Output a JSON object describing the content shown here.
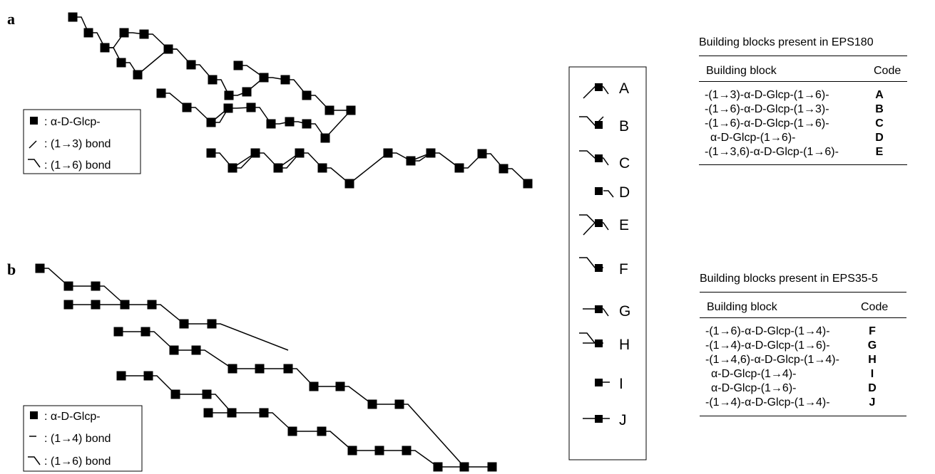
{
  "panel_a": {
    "label": "a"
  },
  "panel_b": {
    "label": "b"
  },
  "legend_a": [
    {
      "symbol": "square",
      "text": ": α-D-Glcp-"
    },
    {
      "symbol": "diag",
      "text": ": (1→3) bond"
    },
    {
      "symbol": "hook",
      "text": ": (1→6) bond"
    }
  ],
  "legend_b": [
    {
      "symbol": "square",
      "text": ": α-D-Glcp-"
    },
    {
      "symbol": "dash",
      "text": ": (1→4) bond"
    },
    {
      "symbol": "hook",
      "text": ": (1→6) bond"
    }
  ],
  "code_key": [
    "A",
    "B",
    "C",
    "D",
    "E",
    "F",
    "G",
    "H",
    "I",
    "J"
  ],
  "table_eps180": {
    "title": "Building blocks present in EPS180",
    "headers": [
      "Building block",
      "Code"
    ],
    "rows": [
      {
        "block": "-(1→3)-α-D-Glcp-(1→6)-",
        "code": "A"
      },
      {
        "block": "-(1→6)-α-D-Glcp-(1→3)-",
        "code": "B"
      },
      {
        "block": "-(1→6)-α-D-Glcp-(1→6)-",
        "code": "C"
      },
      {
        "block": "α-D-Glcp-(1→6)-",
        "code": "D"
      },
      {
        "block": "-(1→3,6)-α-D-Glcp-(1→6)-",
        "code": "E"
      }
    ]
  },
  "table_eps35": {
    "title": "Building blocks present in EPS35-5",
    "headers": [
      "Building block",
      "Code"
    ],
    "rows": [
      {
        "block": "-(1→6)-α-D-Glcp-(1→4)-",
        "code": "F"
      },
      {
        "block": "-(1→4)-α-D-Glcp-(1→6)-",
        "code": "G"
      },
      {
        "block": "-(1→4,6)-α-D-Glcp-(1→4)-",
        "code": "H"
      },
      {
        "block": "α-D-Glcp-(1→4)-",
        "code": "I"
      },
      {
        "block": "α-D-Glcp-(1→6)-",
        "code": "D"
      },
      {
        "block": "-(1→4)-α-D-Glcp-(1→4)-",
        "code": "J"
      }
    ]
  }
}
